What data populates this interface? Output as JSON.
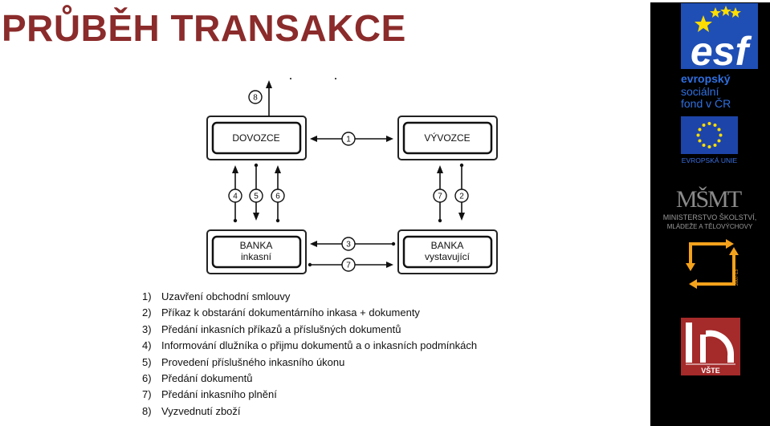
{
  "title": "PRŮBĚH TRANSAKCE",
  "diagram": {
    "boxes": {
      "importer": "DOVOZCE",
      "exporter": "VÝVOZCE",
      "collecting_bank_line1": "BANKA",
      "collecting_bank_line2": "inkasní",
      "issuing_bank_line1": "BANKA",
      "issuing_bank_line2": "vystavující"
    },
    "markers": [
      "1",
      "2",
      "3",
      "4",
      "5",
      "6",
      "7",
      "7",
      "8"
    ]
  },
  "steps": [
    {
      "num": "1)",
      "text": "Uzavření obchodní smlouvy"
    },
    {
      "num": "2)",
      "text": "Příkaz k obstarání dokumentárního inkasa + dokumenty"
    },
    {
      "num": "3)",
      "text": "Předání inkasních příkazů a příslušných dokumentů"
    },
    {
      "num": "4)",
      "text": "Informování dlužníka o přijmu dokumentů a o inkasních podmínkách"
    },
    {
      "num": "5)",
      "text": "Provedení příslušného inkasního úkonu"
    },
    {
      "num": "6)",
      "text": "Předání dokumentů"
    },
    {
      "num": "7)",
      "text": "Předání inkasního plnění"
    },
    {
      "num": "8)",
      "text": "Vyzvednutí zboží"
    }
  ],
  "sidebar": {
    "esf_big": "esf",
    "esf_line1": "evropský",
    "esf_line2": "sociální",
    "esf_line3": "fond v ČR",
    "eu_label": "EVROPSKÁ UNIE",
    "msmt_logo": "MŠMT",
    "msmt_line1": "MINISTERSTVO ŠKOLSTVÍ,",
    "msmt_line2": "MLÁDEŽE A TĚLOVÝCHOVY",
    "op_years": "2007-13",
    "vste_label": "VŠTE"
  },
  "colors": {
    "title": "#8b2b2b",
    "esf_blue": "#1f4fb5",
    "eu_blue": "#1d44a8",
    "eu_star": "#ffdd00",
    "op_orange": "#f4a21c",
    "vste_red": "#a52a2a"
  }
}
